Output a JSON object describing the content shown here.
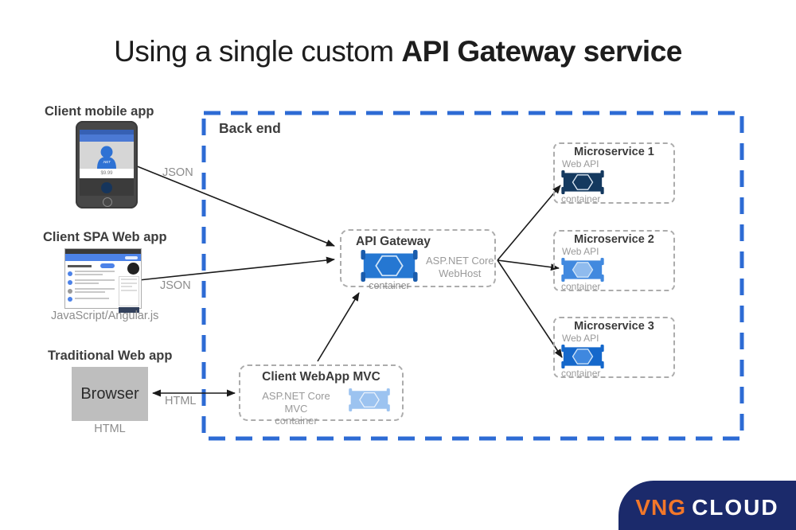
{
  "title": {
    "regular": "Using a single custom",
    "bold": "API Gateway service"
  },
  "backend": {
    "label": "Back end",
    "gateway": {
      "title": "API Gateway",
      "subtitle_line1": "ASP.NET Core",
      "subtitle_line2": "WebHost",
      "container_label": "container"
    },
    "webapp_mvc": {
      "title": "Client WebApp MVC",
      "line1": "ASP.NET Core MVC",
      "line2": "container"
    },
    "microservices": [
      {
        "title": "Microservice 1",
        "api_label": "Web API",
        "container_label": "container"
      },
      {
        "title": "Microservice 2",
        "api_label": "Web API",
        "container_label": "container"
      },
      {
        "title": "Microservice 3",
        "api_label": "Web API",
        "container_label": "container"
      }
    ]
  },
  "clients": {
    "mobile": {
      "label": "Client mobile app",
      "arrow_label": "JSON",
      "price": "$9.99"
    },
    "spa": {
      "label": "Client SPA Web app",
      "arrow_label": "JSON",
      "caption": "JavaScript/Angular.js"
    },
    "traditional": {
      "label": "Traditional Web app",
      "browser": "Browser",
      "caption": "HTML",
      "arrow_label": "HTML"
    }
  },
  "logo": {
    "brand": "VNG",
    "product": "CLOUD"
  },
  "colors": {
    "backend_border": "#2D6BD4",
    "arrow": "#1A1A1A",
    "logo_bg": "#1B2A6B",
    "logo_brand": "#F2772A",
    "gateway_icon": {
      "body": "#2577D2",
      "tab": "#1A5CAC",
      "hex_fill": "none",
      "hex_stroke": "#CFE4F8"
    },
    "ms1_icon": {
      "body": "#14395F",
      "tab": "#14395F",
      "hex_fill": "#14395F",
      "hex_stroke": "#DCE8F4"
    },
    "ms2_icon": {
      "body": "#4189DF",
      "tab": "#4189DF",
      "hex_fill": "#8FBBEE",
      "hex_stroke": "#CFE4F8"
    },
    "ms3_icon": {
      "body": "#1568CB",
      "tab": "#1568CB",
      "hex_fill": "#3F88DF",
      "hex_stroke": "#CFE4F8"
    },
    "mvc_icon": {
      "body": "#9CC3F0",
      "tab": "#9CC3F0",
      "hex_fill": "#9CC3F0",
      "hex_stroke": "#EAF2FC"
    }
  }
}
